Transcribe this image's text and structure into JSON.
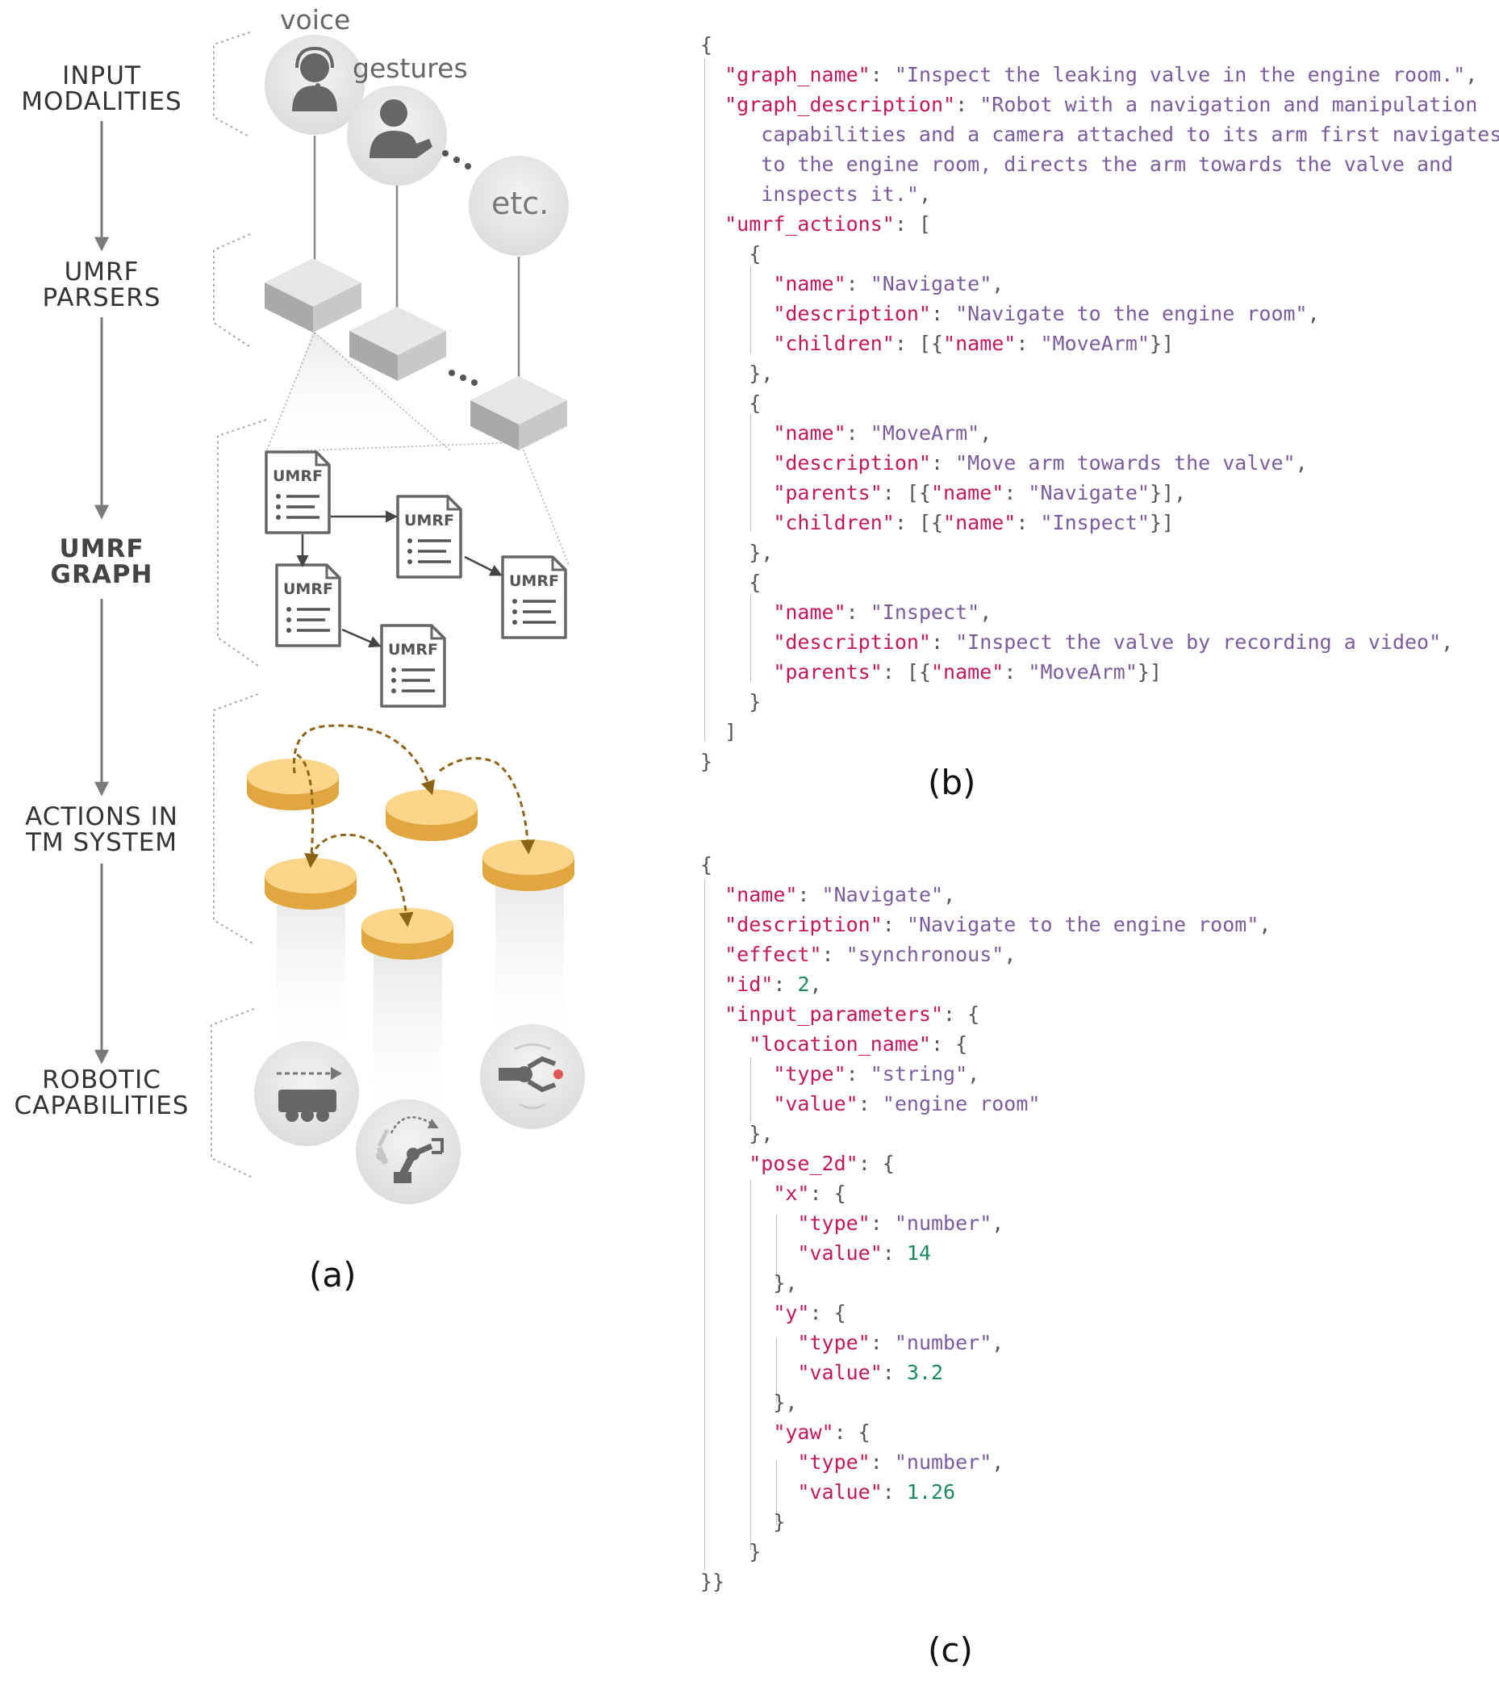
{
  "stages": [
    {
      "line1": "INPUT",
      "line2": "MODALITIES"
    },
    {
      "line1": "UMRF",
      "line2": "PARSERS"
    },
    {
      "line1": "UMRF",
      "line2": "GRAPH"
    },
    {
      "line1": "ACTIONS IN",
      "line2": "TM SYSTEM"
    },
    {
      "line1": "ROBOTIC",
      "line2": "CAPABILITIES"
    }
  ],
  "modalities": {
    "voice": "voice",
    "gestures": "gestures",
    "etc": "etc."
  },
  "umrf_doc_label": "UMRF",
  "figure_labels": {
    "a": "(a)",
    "b": "(b)",
    "c": "(c)"
  },
  "panel_b": {
    "graph_name": "Inspect the leaking valve in the engine room.",
    "graph_description": [
      "Robot with a navigation and manipulation",
      "capabilities and a camera attached to its arm first navigates",
      "to the engine room, directs the arm towards the valve and",
      "inspects it."
    ],
    "umrf_actions": [
      {
        "name": "Navigate",
        "description": "Navigate to the engine room",
        "children": [
          "MoveArm"
        ]
      },
      {
        "name": "MoveArm",
        "description": "Move arm towards the valve",
        "parents": [
          "Navigate"
        ],
        "children": [
          "Inspect"
        ]
      },
      {
        "name": "Inspect",
        "description": "Inspect the valve by recording a video",
        "parents": [
          "MoveArm"
        ]
      }
    ]
  },
  "panel_c": {
    "name": "Navigate",
    "description": "Navigate to the engine room",
    "effect": "synchronous",
    "id": 2,
    "location_name": {
      "type": "string",
      "value": "engine room"
    },
    "pose_2d": {
      "x": {
        "type": "number",
        "value": 14
      },
      "y": {
        "type": "number",
        "value": 3.2
      },
      "yaw": {
        "type": "number",
        "value": 1.26
      }
    }
  }
}
